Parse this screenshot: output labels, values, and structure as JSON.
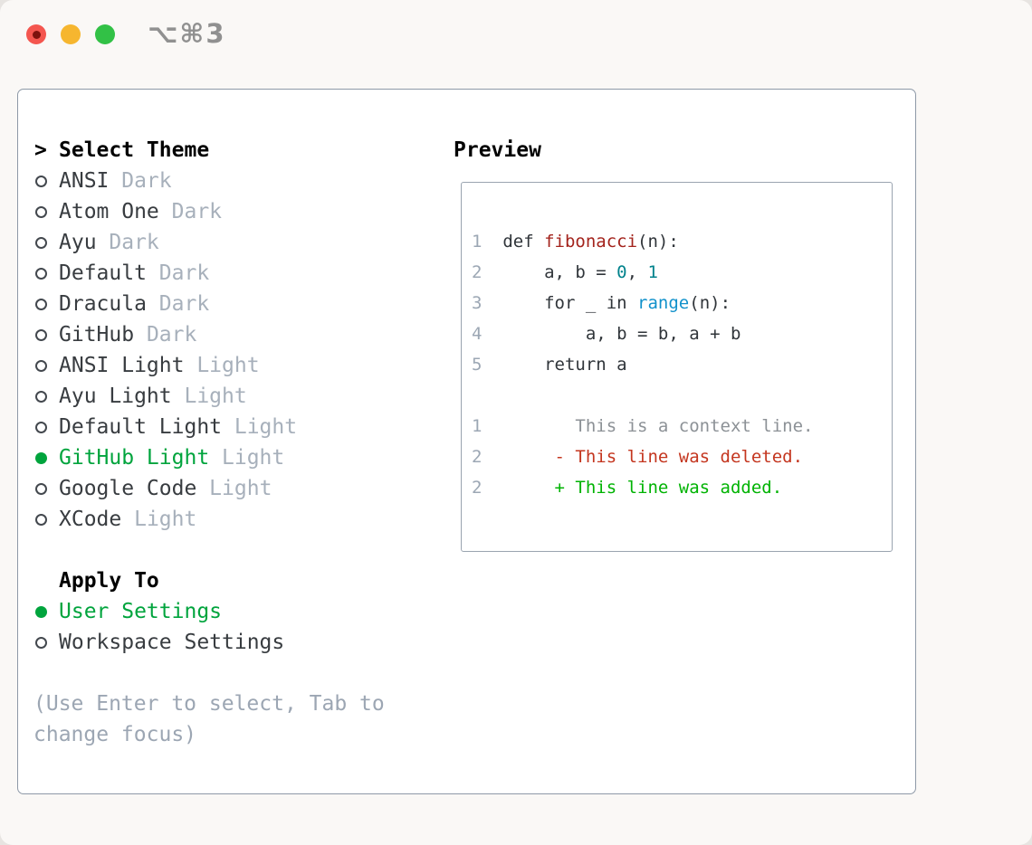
{
  "window": {
    "shortcut_label": "⌥⌘3"
  },
  "theme_selector": {
    "title": "Select Theme",
    "caret": ">",
    "items": [
      {
        "name": "ANSI",
        "variant": "Dark",
        "selected": false
      },
      {
        "name": "Atom One",
        "variant": "Dark",
        "selected": false
      },
      {
        "name": "Ayu",
        "variant": "Dark",
        "selected": false
      },
      {
        "name": "Default",
        "variant": "Dark",
        "selected": false
      },
      {
        "name": "Dracula",
        "variant": "Dark",
        "selected": false
      },
      {
        "name": "GitHub",
        "variant": "Dark",
        "selected": false
      },
      {
        "name": "ANSI Light",
        "variant": "Light",
        "selected": false
      },
      {
        "name": "Ayu Light",
        "variant": "Light",
        "selected": false
      },
      {
        "name": "Default Light",
        "variant": "Light",
        "selected": false
      },
      {
        "name": "GitHub Light",
        "variant": "Light",
        "selected": true
      },
      {
        "name": "Google Code",
        "variant": "Light",
        "selected": false
      },
      {
        "name": "XCode",
        "variant": "Light",
        "selected": false
      }
    ],
    "apply_to": {
      "title": "Apply To",
      "options": [
        {
          "label": "User Settings",
          "selected": true
        },
        {
          "label": "Workspace Settings",
          "selected": false
        }
      ]
    },
    "hint_line1": "(Use Enter to select, Tab to",
    "hint_line2": "change focus)"
  },
  "preview": {
    "title": "Preview",
    "lines": [
      {
        "segments": [
          {
            "text": "1  ",
            "style": "lnum"
          },
          {
            "text": "def ",
            "style": "plain"
          },
          {
            "text": "fibonacci",
            "style": "func"
          },
          {
            "text": "(n):",
            "style": "plain"
          }
        ]
      },
      {
        "segments": [
          {
            "text": "2  ",
            "style": "lnum"
          },
          {
            "text": "    a, b = ",
            "style": "plain"
          },
          {
            "text": "0",
            "style": "num"
          },
          {
            "text": ", ",
            "style": "plain"
          },
          {
            "text": "1",
            "style": "num"
          }
        ]
      },
      {
        "segments": [
          {
            "text": "3  ",
            "style": "lnum"
          },
          {
            "text": "    for _ in ",
            "style": "plain"
          },
          {
            "text": "range",
            "style": "builtin"
          },
          {
            "text": "(n):",
            "style": "plain"
          }
        ]
      },
      {
        "segments": [
          {
            "text": "4  ",
            "style": "lnum"
          },
          {
            "text": "        a, b = b, a + b",
            "style": "plain"
          }
        ]
      },
      {
        "segments": [
          {
            "text": "5  ",
            "style": "lnum"
          },
          {
            "text": "    return a",
            "style": "plain"
          }
        ]
      },
      {
        "segments": []
      },
      {
        "segments": [
          {
            "text": "1",
            "style": "lnum"
          },
          {
            "text": "         This is a context line.",
            "style": "ctx"
          }
        ]
      },
      {
        "segments": [
          {
            "text": "2",
            "style": "lnum"
          },
          {
            "text": "       - This line was deleted.",
            "style": "del"
          }
        ]
      },
      {
        "segments": [
          {
            "text": "2",
            "style": "lnum"
          },
          {
            "text": "       + This line was added.",
            "style": "add"
          }
        ]
      }
    ]
  },
  "colors": {
    "accent_green": "#00a43d",
    "item_text": "#383c40",
    "muted": "#a7b0bb",
    "hint_text": "#9ca6b3",
    "radio_stroke": "#43484e",
    "line_number": "#9ca7b4",
    "code_plain": "#30353a",
    "code_function": "#a3231c",
    "code_number": "#00828c",
    "code_builtin": "#1191cb",
    "diff_context": "#8c9196",
    "diff_deleted": "#c4361f",
    "diff_added": "#00b303",
    "traffic_red": "#f4564f",
    "traffic_red_dot": "#7d120d",
    "traffic_yellow": "#f6b62f",
    "traffic_green": "#32c146",
    "titlebar_text": "#909090"
  }
}
